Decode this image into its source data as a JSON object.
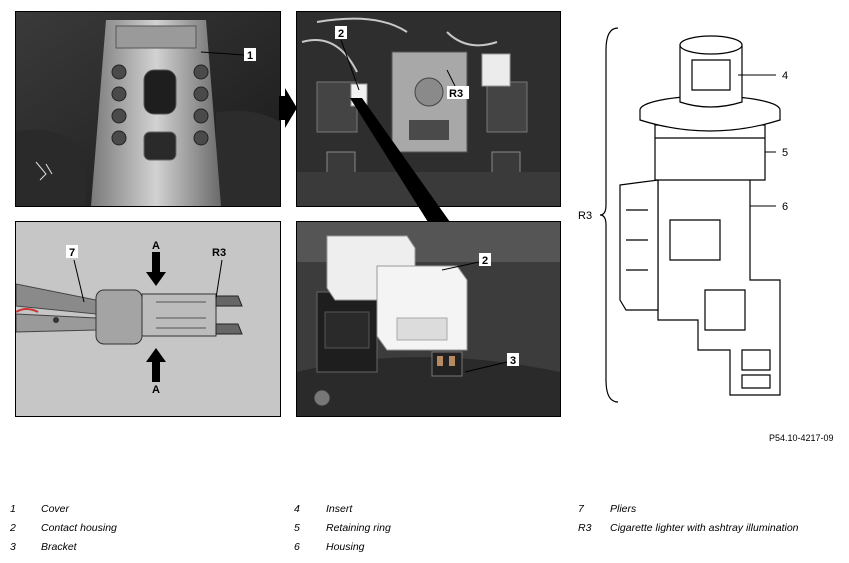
{
  "callouts": {
    "cover": "1",
    "contact_housing_top": "2",
    "r3_top": "R3",
    "pliers": "7",
    "arrow_a_top": "A",
    "arrow_a_bottom": "A",
    "r3_pliers": "R3",
    "contact_housing_detail": "2",
    "bracket": "3",
    "insert": "4",
    "retaining_ring": "5",
    "housing": "6",
    "r3_exploded": "R3"
  },
  "figure_ref": "P54.10-4217-09",
  "legend": [
    {
      "num": "1",
      "text": "Cover"
    },
    {
      "num": "2",
      "text": "Contact housing"
    },
    {
      "num": "3",
      "text": "Bracket"
    },
    {
      "num": "4",
      "text": "Insert"
    },
    {
      "num": "5",
      "text": "Retaining ring"
    },
    {
      "num": "6",
      "text": "Housing"
    },
    {
      "num": "7",
      "text": "Pliers"
    },
    {
      "num": "R3",
      "text": "Cigarette lighter with ashtray illumination"
    }
  ]
}
